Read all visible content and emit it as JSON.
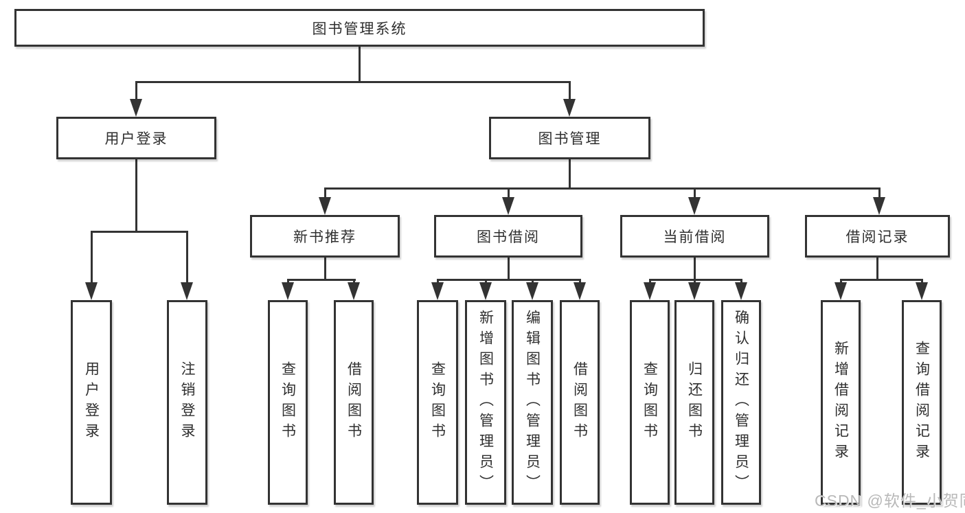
{
  "diagram": {
    "title": "图书管理系统",
    "root": {
      "label": "图书管理系统"
    },
    "branches": {
      "user_login": {
        "label": "用户登录",
        "children": [
          {
            "label": "用户登录"
          },
          {
            "label": "注销登录"
          }
        ]
      },
      "book_management": {
        "label": "图书管理",
        "children": [
          {
            "label": "新书推荐",
            "children": [
              {
                "label": "查询图书"
              },
              {
                "label": "借阅图书"
              }
            ]
          },
          {
            "label": "图书借阅",
            "children": [
              {
                "label": "查询图书"
              },
              {
                "label": "新增图书（管理员）"
              },
              {
                "label": "编辑图书（管理员）"
              },
              {
                "label": "借阅图书"
              }
            ]
          },
          {
            "label": "当前借阅",
            "children": [
              {
                "label": "查询图书"
              },
              {
                "label": "归还图书"
              },
              {
                "label": "确认归还（管理员）"
              }
            ]
          },
          {
            "label": "借阅记录",
            "children": [
              {
                "label": "新增借阅记录"
              },
              {
                "label": "查询借阅记录"
              }
            ]
          }
        ]
      }
    }
  },
  "watermark": {
    "text": "CSDN @软件_小贺同学"
  },
  "colors": {
    "line": "#333333",
    "text": "#2f2f2f",
    "background": "#ffffff",
    "watermark": "#b8b8b8"
  }
}
